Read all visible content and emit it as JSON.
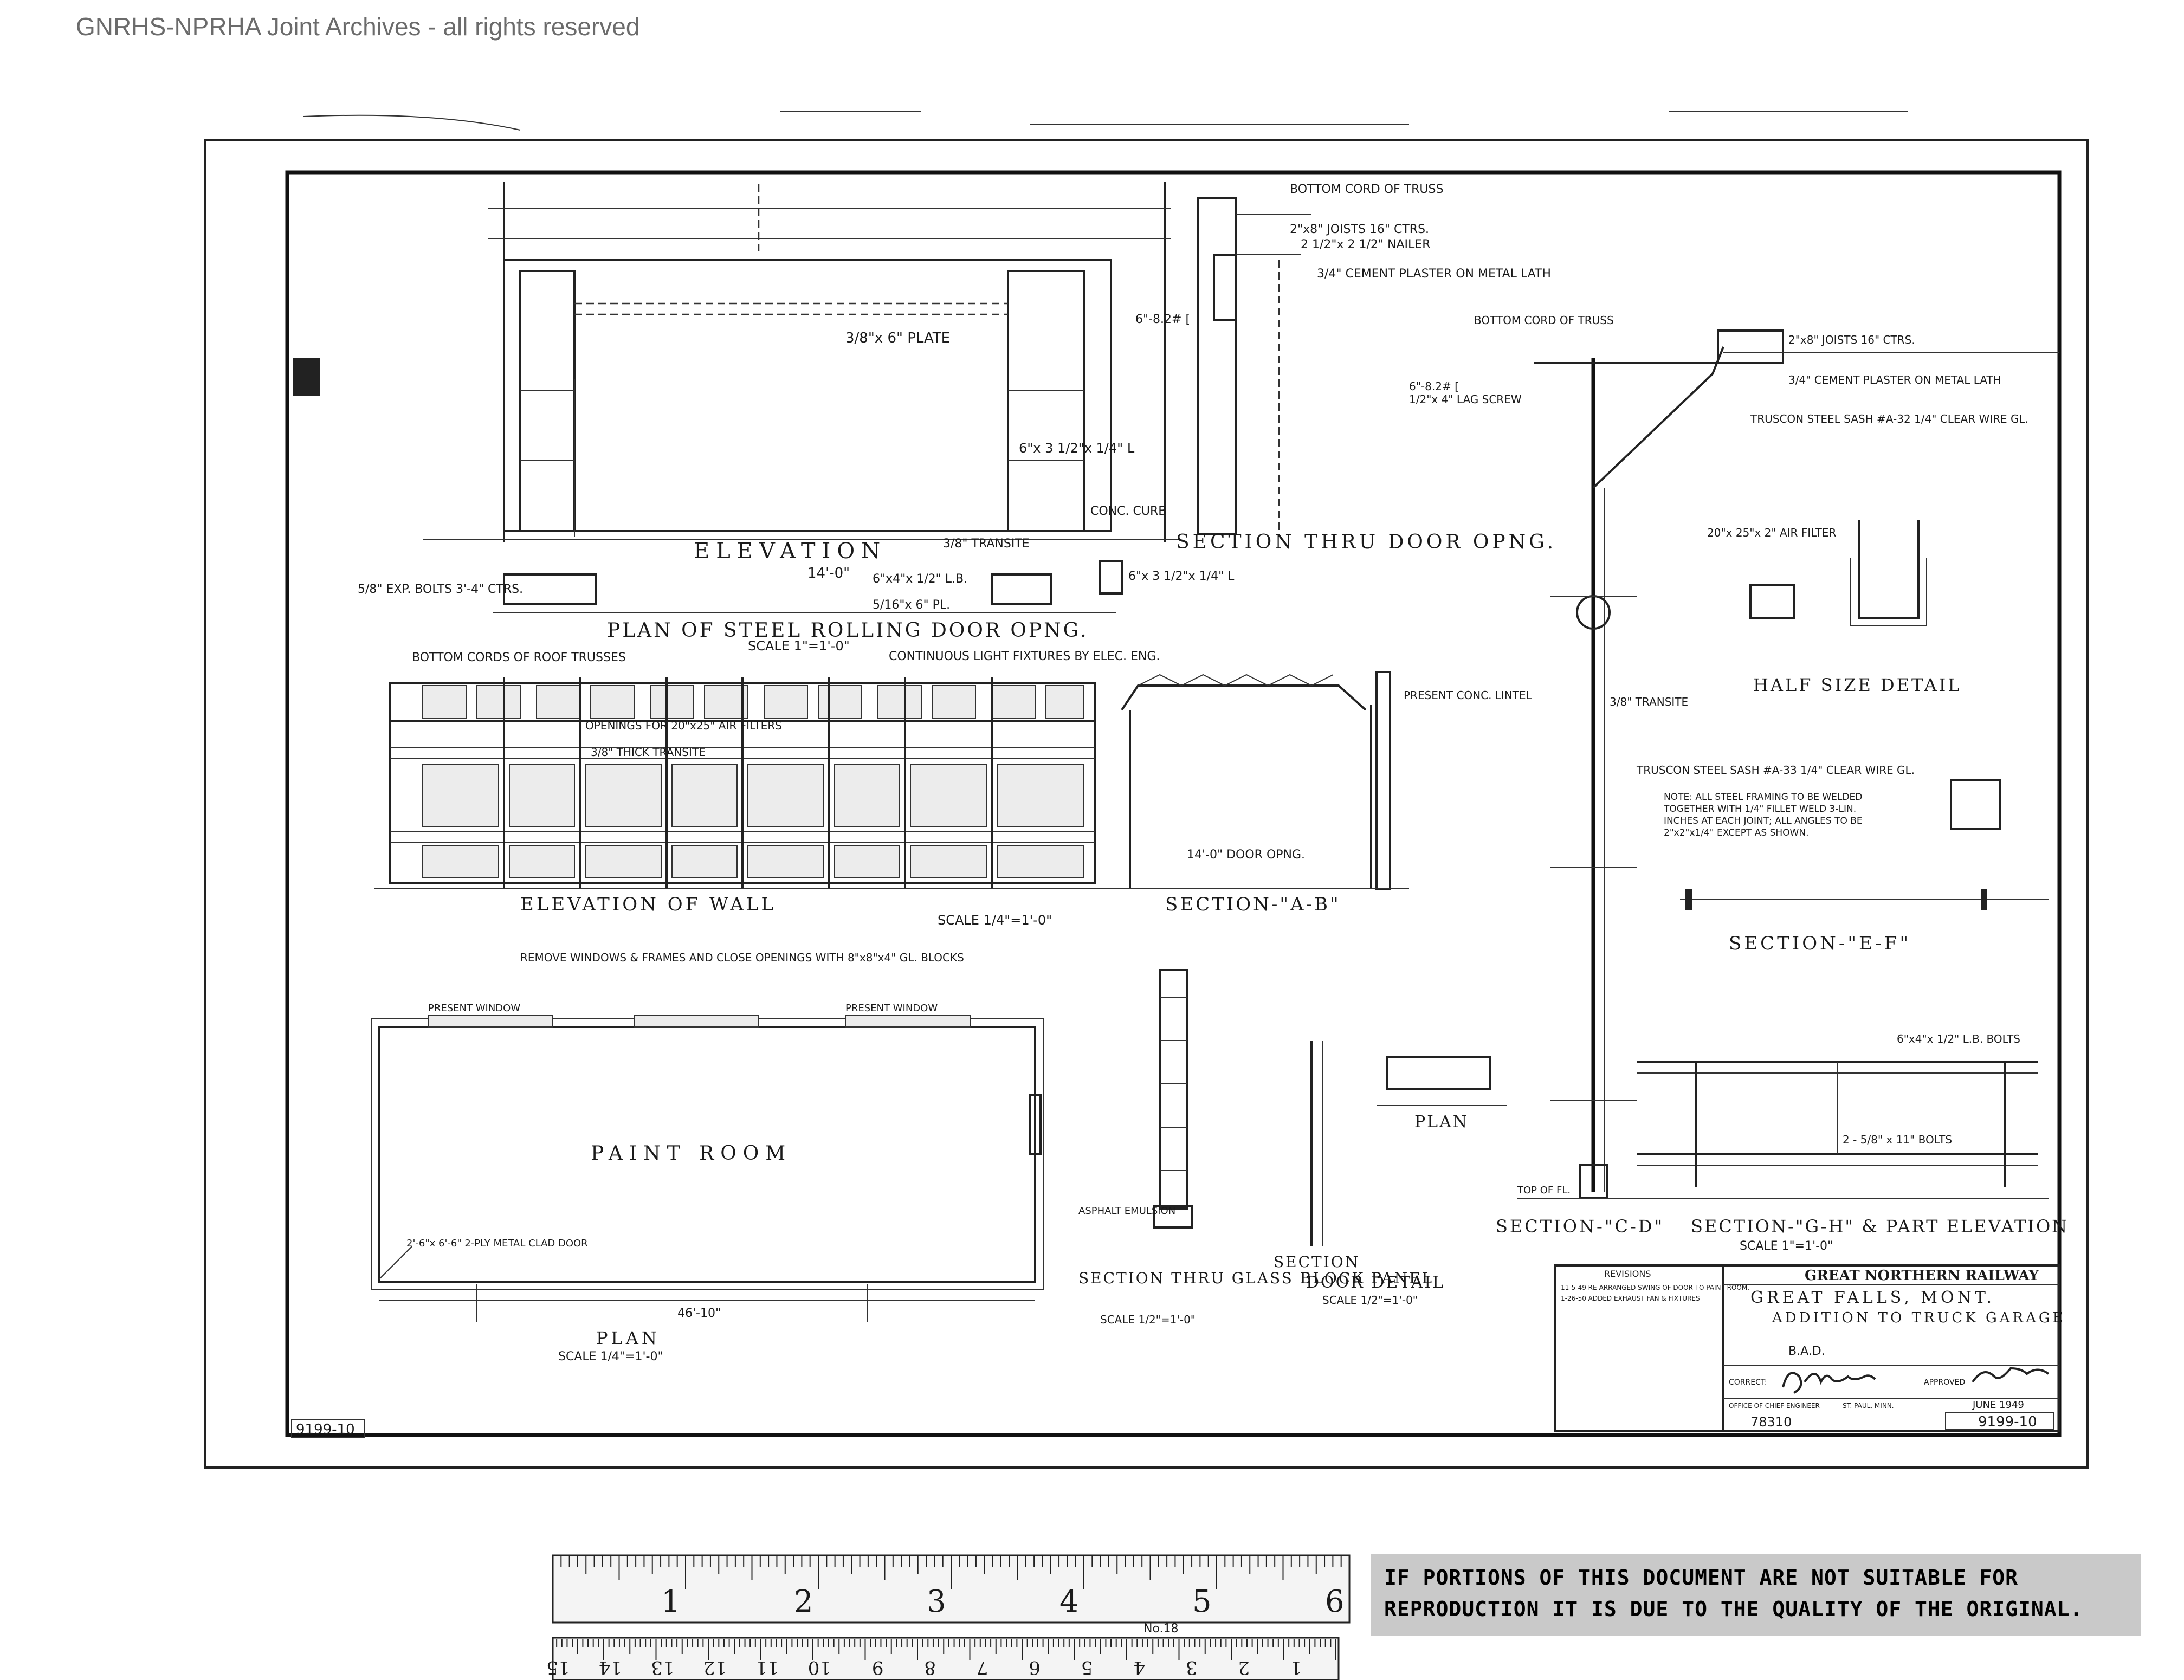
{
  "header": {
    "archive_notice": "GNRHS-NPRHA Joint Archives - all rights reserved"
  },
  "disclaimer": "IF PORTIONS OF THIS DOCUMENT ARE NOT SUITABLE FOR REPRODUCTION IT IS DUE TO THE QUALITY OF THE ORIGINAL.",
  "drawing_number_left": "9199-10",
  "views": {
    "elevation": "ELEVATION",
    "elevation_dim": "14'-0\"",
    "section_door": "SECTION THRU DOOR OPNG.",
    "plan_door": "PLAN OF STEEL ROLLING DOOR OPNG.",
    "plan_door_scale": "SCALE 1\"=1'-0\"",
    "elevation_wall": "ELEVATION OF WALL",
    "elevation_wall_scale": "SCALE 1/4\"=1'-0\"",
    "section_ab": "SECTION-\"A-B\"",
    "half_size": "HALF SIZE DETAIL",
    "section_ef": "SECTION-\"E-F\"",
    "plan_main": "PLAN",
    "plan_main_scale": "SCALE 1/4\"=1'-0\"",
    "paint_room": "PAINT ROOM",
    "section_glass": "SECTION THRU GLASS BLOCK PANEL",
    "section_glass_scale": "SCALE 1/2\"=1'-0\"",
    "door_detail_section": "SECTION",
    "door_detail_plan": "PLAN",
    "door_detail": "DOOR DETAIL",
    "door_detail_scale": "SCALE 1/2\"=1'-0\"",
    "section_cd": "SECTION-\"C-D\"",
    "section_gh": "SECTION-\"G-H\" & PART ELEVATION",
    "section_gh_scale": "SCALE 1\"=1'-0\""
  },
  "callouts": {
    "c1": "BOTTOM CORD OF TRUSS",
    "c2": "2\"x8\" JOISTS 16\" CTRS.",
    "c3": "2 1/2\"x 2 1/2\" NAILER",
    "c4": "3/4\" CEMENT PLASTER ON METAL LATH",
    "c5": "6\"x 3 1/2\"x 1/4\" L",
    "c6": "3/8\" TRANSITE",
    "c7": "5/8\" EXP. BOLTS 3'-4\" CTRS.",
    "c8": "6\"x4\"x 1/2\" L.B.",
    "c9": "5/16\"x 6\" PL.",
    "c10": "6\"x 3 1/2\"x 1/4\" L",
    "c11": "CONC. CURB",
    "c12": "3/8\"x 6\" PLATE",
    "c13": "6\"-8.2# [",
    "c14": "1/2\"x 4\" LAG SCREW",
    "c15": "TRUSCON STEEL SASH #A-32 1/4\" CLEAR WIRE GL.",
    "c16": "20\"x 25\"x 2\" AIR FILTER",
    "c17": "3/8\" TRANSITE",
    "c18": "TRUSCON STEEL SASH #A-33 1/4\" CLEAR WIRE GL.",
    "c19": "6\"x4\"x 1/2\" L.B. BOLTS",
    "c20": "2 - 5/8\" x 11\" BOLTS",
    "c21": "TOP OF FL.",
    "c22": "BOTTOM CORDS OF ROOF TRUSSES",
    "c23": "3/8\" THICK TRANSITE",
    "c24": "OPENINGS FOR 20\"x25\" AIR FILTERS",
    "c25": "CONTINUOUS LIGHT FIXTURES BY ELEC. ENG.",
    "c26": "PRESENT CONC. LINTEL",
    "c27": "14'-0\" DOOR OPNG.",
    "c28": "REMOVE WINDOWS & FRAMES AND CLOSE OPENINGS WITH 8\"x8\"x4\" GL. BLOCKS",
    "c29": "PRESENT WINDOW",
    "c30": "ASPHALT EMULSION",
    "c31": "2'-6\"x 6'-6\" 2-PLY METAL CLAD DOOR",
    "c32": "46'-10\"",
    "c33": "NOTE: ALL STEEL FRAMING TO BE WELDED TOGETHER WITH 1/4\" FILLET WELD 3-LIN. INCHES AT EACH JOINT; ALL ANGLES TO BE 2\"x2\"x1/4\" EXCEPT AS SHOWN."
  },
  "title_block": {
    "company": "GREAT NORTHERN RAILWAY",
    "location": "GREAT FALLS, MONT.",
    "subject": "ADDITION TO TRUCK GARAGE",
    "dr_by": "B.A.D.",
    "correct_label": "CORRECT:",
    "approved_label": "APPROVED",
    "office": "OFFICE OF CHIEF ENGINEER",
    "city": "ST. PAUL, MINN.",
    "date": "JUNE 1949",
    "file_no": "78310",
    "drawing_no": "9199-10",
    "revisions_title": "REVISIONS",
    "revisions": [
      "11-5-49 RE-ARRANGED SWING OF DOOR TO PAINT ROOM.",
      "1-26-50 ADDED EXHAUST FAN & FIXTURES"
    ]
  },
  "ruler": {
    "inches": [
      "1",
      "2",
      "3",
      "4",
      "5",
      "6"
    ],
    "maker_no": "No.18",
    "cm": [
      "1",
      "2",
      "3",
      "4",
      "5",
      "6",
      "7",
      "8",
      "9",
      "10",
      "11",
      "12",
      "13",
      "14",
      "15"
    ]
  }
}
